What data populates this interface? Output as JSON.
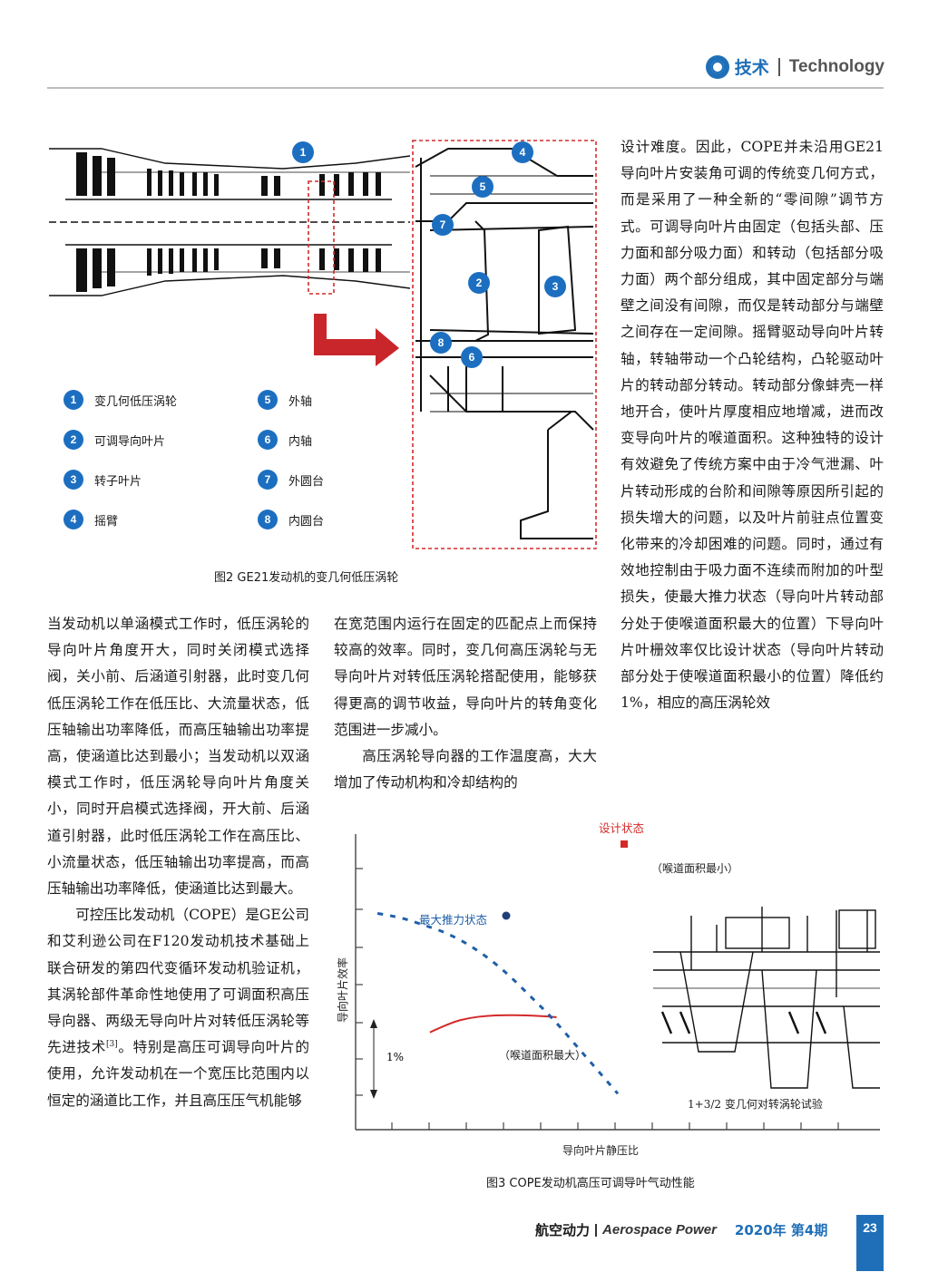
{
  "header": {
    "section_cn": "技术",
    "section_en": "Technology"
  },
  "figure2": {
    "caption": "图2   GE21发动机的变几何低压涡轮",
    "legend": [
      {
        "num": "1",
        "label": "变几何低压涡轮"
      },
      {
        "num": "2",
        "label": "可调导向叶片"
      },
      {
        "num": "3",
        "label": "转子叶片"
      },
      {
        "num": "4",
        "label": "摇臂"
      },
      {
        "num": "5",
        "label": "外轴"
      },
      {
        "num": "6",
        "label": "内轴"
      },
      {
        "num": "7",
        "label": "外圆台"
      },
      {
        "num": "8",
        "label": "内圆台"
      }
    ]
  },
  "body": {
    "col1_p1": "当发动机以单涵模式工作时，低压涡轮的导向叶片角度开大，同时关闭模式选择阀，关小前、后涵道引射器，此时变几何低压涡轮工作在低压比、大流量状态，低压轴输出功率降低，而高压轴输出功率提高，使涵道比达到最小；当发动机以双涵模式工作时，低压涡轮导向叶片角度关小，同时开启模式选择阀，开大前、后涵道引射器，此时低压涡轮工作在高压比、小流量状态，低压轴输出功率提高，而高压轴输出功率降低，使涵道比达到最大。",
    "col1_p2": "可控压比发动机（COPE）是GE公司和艾利逊公司在F120发动机技术基础上联合研发的第四代变循环发动机验证机，其涡轮部件革命性地使用了可调面积高压导向器、两级无导向叶片对转低压涡轮等先进技术",
    "col1_p2_ref": "[3]",
    "col1_p2_tail": "。特别是高压可调导向叶片的使用，允许发动机在一个宽压比范围内以恒定的涵道比工作，并且高压压气机能够",
    "col2_p1": "在宽范围内运行在固定的匹配点上而保持较高的效率。同时，变几何高压涡轮与无导向叶片对转低压涡轮搭配使用，能够获得更高的调节收益，导向叶片的转角变化范围进一步减小。",
    "col2_p2": "高压涡轮导向器的工作温度高，大大增加了传动机构和冷却结构的",
    "col3": "设计难度。因此，COPE并未沿用GE21导向叶片安装角可调的传统变几何方式，而是采用了一种全新的“零间隙”调节方式。可调导向叶片由固定（包括头部、压力面和部分吸力面）和转动（包括部分吸力面）两个部分组成，其中固定部分与端壁之间没有间隙，而仅是转动部分与端壁之间存在一定间隙。摇臂驱动导向叶片转轴，转轴带动一个凸轮结构，凸轮驱动叶片的转动部分转动。转动部分像蚌壳一样地开合，使叶片厚度相应地增减，进而改变导向叶片的喉道面积。这种独特的设计有效避免了传统方案中由于冷气泄漏、叶片转动形成的台阶和间隙等原因所引起的损失增大的问题，以及叶片前驻点位置变化带来的冷却困难的问题。同时，通过有效地控制由于吸力面不连续而附加的叶型损失，使最大推力状态（导向叶片转动部分处于使喉道面积最大的位置）下导向叶片叶栅效率仅比设计状态（导向叶片转动部分处于使喉道面积最小的位置）降低约1%，相应的高压涡轮效"
  },
  "figure3": {
    "caption": "图3   COPE发动机高压可调导叶气动性能",
    "xlabel": "导向叶片静压比",
    "ylabel": "导向叶片效率",
    "label_design": "设计状态",
    "label_throat_min": "（喉道面积最小）",
    "label_max_thrust": "最大推力状态",
    "label_throat_max": "（喉道面积最大）",
    "label_1pct": "1%",
    "label_test": "1+3/2 变几何对转涡轮试验",
    "colors": {
      "design_curve": "#d42a2a",
      "thrust_curve": "#1e5fa8"
    }
  },
  "chart_data": {
    "type": "line",
    "title": "",
    "xlabel": "导向叶片静压比",
    "ylabel": "导向叶片效率",
    "series": [
      {
        "name": "设计状态",
        "style": "solid",
        "color": "#d42a2a",
        "x": [
          1.7,
          2.2,
          2.6,
          3.0,
          3.4,
          3.9,
          4.3,
          4.6
        ],
        "y": [
          0.7,
          0.98,
          1.1,
          1.16,
          1.18,
          1.17,
          1.15,
          1.12
        ]
      },
      {
        "name": "最大推力状态",
        "style": "dashed",
        "color": "#1e5fa8",
        "x": [
          0.5,
          1.0,
          1.5,
          2.0,
          2.5,
          3.0,
          3.5,
          4.0,
          4.5,
          5.0,
          5.5,
          6.0
        ],
        "y": [
          4.0,
          3.9,
          3.7,
          3.5,
          3.2,
          2.8,
          2.3,
          1.7,
          1.1,
          0.4,
          -0.3,
          -1.0
        ]
      }
    ]
  },
  "footer": {
    "journal_cn": "航空动力",
    "journal_en": "Aerospace Power",
    "issue": "2020年 第4期",
    "page": "23"
  }
}
